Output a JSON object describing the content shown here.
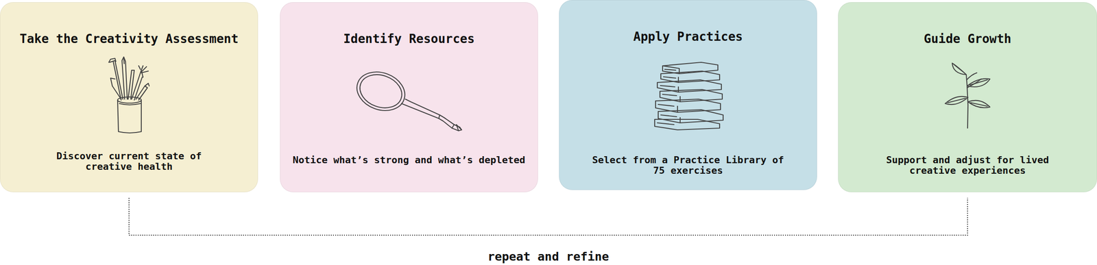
{
  "diagram": {
    "nodes": [
      {
        "text": [
          "Take the Creativity Assessment",
          "Discover current state of creative health"
        ]
      },
      {
        "text": [
          "Identify Resources",
          "Notice what’s strong and what’s depleted"
        ]
      },
      {
        "text": [
          "Apply Practices",
          "Select from a Practice Library of 75 exercises"
        ]
      },
      {
        "text": [
          "Guide Growth",
          "Support and adjust for lived creative experiences"
        ]
      }
    ],
    "edges": [
      {
        "from": 0,
        "to": 3,
        "arrow": "none",
        "label": "repeat and refine"
      }
    ]
  }
}
